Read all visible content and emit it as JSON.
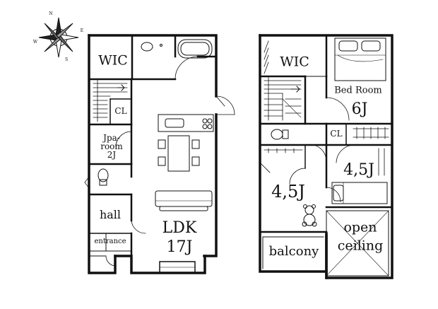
{
  "compass": {
    "n": "N",
    "e": "E",
    "s": "S",
    "w": "W"
  },
  "floor1": {
    "wic": "WIC",
    "cl": "CL",
    "jpa_line1": "Jpa-",
    "jpa_line2": "room",
    "jpa_size": "2J",
    "hall": "hall",
    "entrance": "entrance",
    "ldk": "LDK",
    "ldk_size": "17J"
  },
  "floor2": {
    "wic": "WIC",
    "bedroom": "Bed Room",
    "bedroom_size": "6J",
    "cl": "CL",
    "room_a": "4,5J",
    "room_b": "4,5J",
    "open1": "open",
    "open2": "ceiling",
    "balcony": "balcony"
  }
}
